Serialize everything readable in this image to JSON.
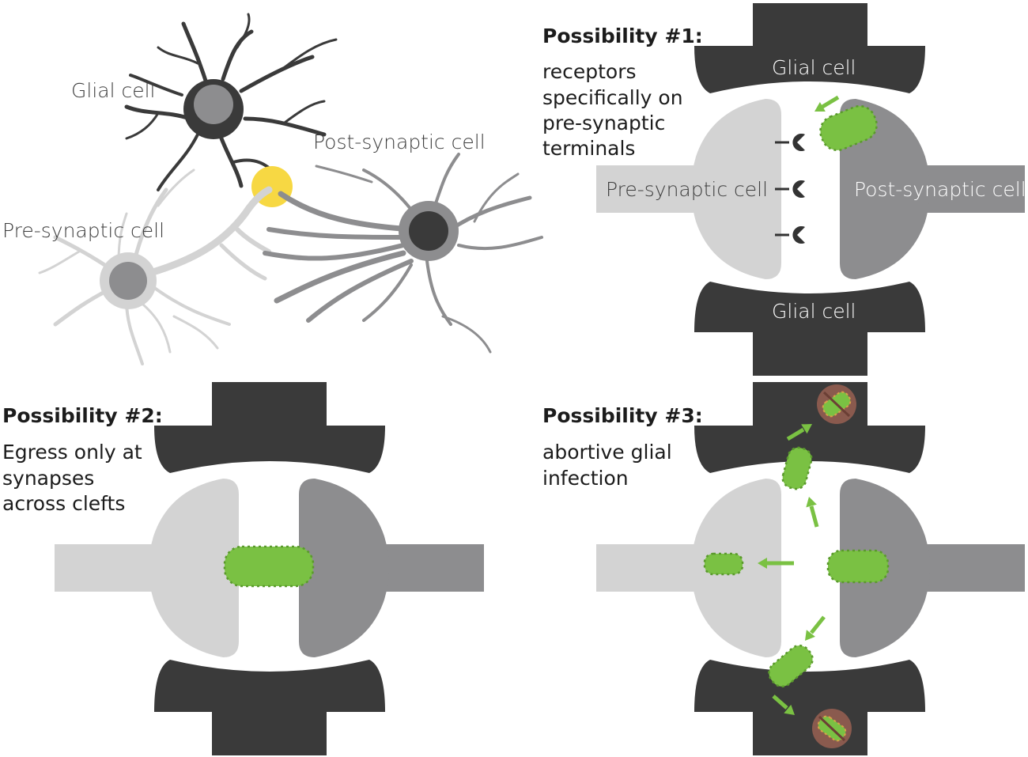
{
  "colors": {
    "glial": "#3a3a3a",
    "pre": "#d3d3d3",
    "post": "#8d8d8f",
    "virus": "#7ac143",
    "virus_dark": "#5a9a2c",
    "highlight": "#f7d843",
    "dead": "#8a5a4e"
  },
  "overview": {
    "glial_label": "Glial cell",
    "post_label": "Post-synaptic cell",
    "pre_label": "Pre-synaptic cell"
  },
  "possibility1": {
    "heading": "Possibility #1:",
    "description": [
      "receptors",
      "specifically on",
      "pre-synaptic",
      "terminals"
    ],
    "glial_top": "Glial cell",
    "glial_bottom": "Glial cell",
    "pre_label": "Pre-synaptic cell",
    "post_label": "Post-synaptic cell"
  },
  "possibility2": {
    "heading": "Possibility #2:",
    "description": [
      "Egress only at",
      "synapses",
      "across clefts"
    ]
  },
  "possibility3": {
    "heading": "Possibility #3:",
    "description": [
      "abortive glial",
      "infection"
    ]
  }
}
